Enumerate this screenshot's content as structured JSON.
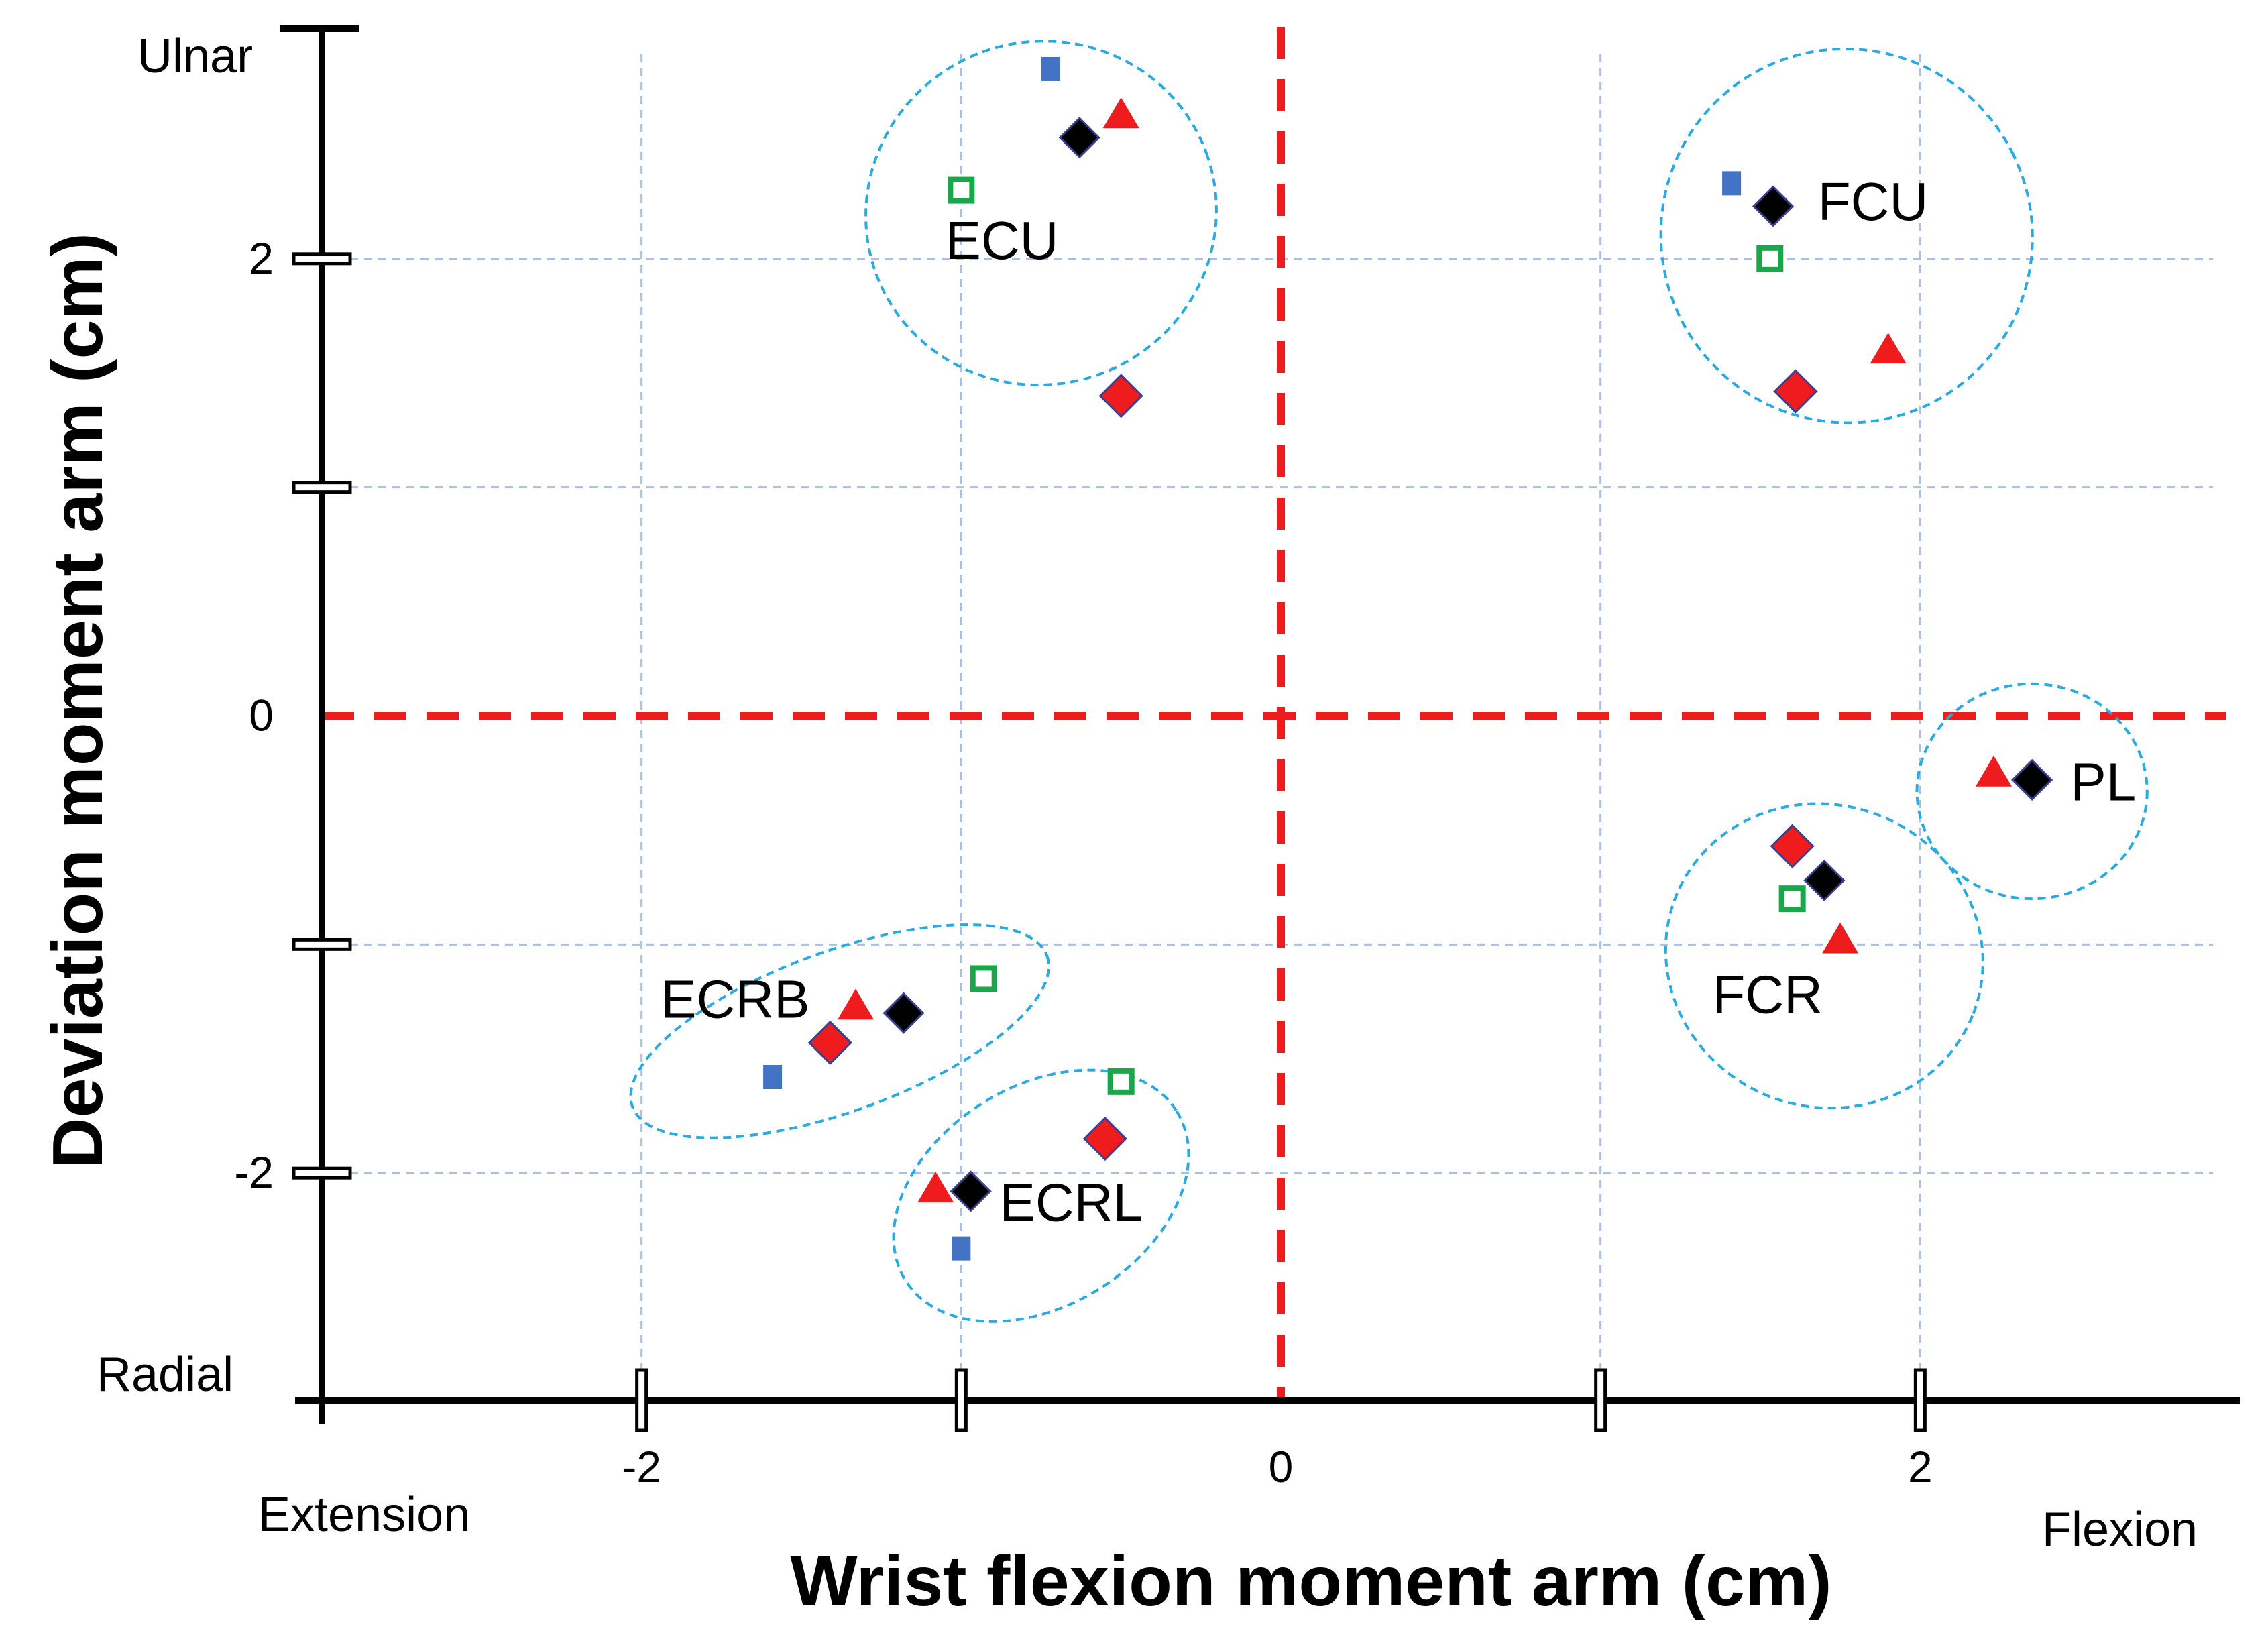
{
  "chart_data": {
    "type": "scatter",
    "title": "",
    "xlabel": "Wrist flexion moment arm (cm)",
    "ylabel": "Deviation moment arm (cm)",
    "xlim": [
      -3,
      3
    ],
    "ylim": [
      -3,
      3
    ],
    "x_tick_labels": [
      {
        "value": -2,
        "label": "-2"
      },
      {
        "value": 0,
        "label": "0"
      },
      {
        "value": 2,
        "label": "2"
      }
    ],
    "y_tick_labels": [
      {
        "value": 2,
        "label": "2"
      },
      {
        "value": 0,
        "label": "0"
      },
      {
        "value": -2,
        "label": "-2"
      }
    ],
    "x_ticks": [
      -2,
      -1,
      1,
      2
    ],
    "y_ticks": [
      2,
      1,
      -1,
      -2
    ],
    "x_gridlines": [
      -2,
      -1,
      1,
      2
    ],
    "y_gridlines": [
      2,
      1,
      -1,
      -2
    ],
    "grid": true,
    "zero_lines_color": "#ee1c1c",
    "gridline_color": "#a9bfe6",
    "ellipse_color": "#29abe2",
    "direction_labels": {
      "y_top": "Ulnar",
      "y_bottom": "Radial",
      "x_left": "Extension",
      "x_right": "Flexion"
    },
    "marker_styles": {
      "blue-square": "#4472c4",
      "green-open-square": "#1aa64a",
      "red-triangle": "#ee1c1c",
      "red-diamond": "#ee1c1c",
      "black-diamond": "#000000"
    },
    "groups": [
      {
        "label": "ECU",
        "center": [
          -0.75,
          2.2
        ],
        "radii": [
          0.55,
          0.75
        ],
        "rotation": -20
      },
      {
        "label": "FCU",
        "center": [
          1.77,
          2.1
        ],
        "radii": [
          0.58,
          0.82
        ],
        "rotation": -27
      },
      {
        "label": "PL",
        "center": [
          2.35,
          -0.33
        ],
        "radii": [
          0.36,
          0.47
        ],
        "rotation": 0
      },
      {
        "label": "FCR",
        "center": [
          1.7,
          -1.05
        ],
        "radii": [
          0.5,
          0.66
        ],
        "rotation": 22
      },
      {
        "label": "ECRB",
        "center": [
          -1.38,
          -1.38
        ],
        "radii": [
          0.69,
          0.35
        ],
        "rotation": -20
      },
      {
        "label": "ECRL",
        "center": [
          -0.75,
          -2.1
        ],
        "radii": [
          0.5,
          0.48
        ],
        "rotation": -32
      }
    ],
    "series": [
      {
        "marker": "blue-square",
        "x": [
          -0.72,
          1.41,
          -1.59,
          -1.0
        ],
        "y": [
          2.83,
          2.33,
          -1.58,
          -2.33
        ]
      },
      {
        "marker": "green-open-square",
        "x": [
          -1.0,
          1.53,
          -0.93,
          -0.5,
          1.6
        ],
        "y": [
          2.3,
          2.0,
          -1.15,
          -1.6,
          -0.8
        ]
      },
      {
        "marker": "red-triangle",
        "x": [
          -0.5,
          1.9,
          2.23,
          -1.33,
          -1.08,
          1.75
        ],
        "y": [
          2.63,
          1.6,
          -0.25,
          -1.27,
          -2.07,
          -0.98
        ]
      },
      {
        "marker": "red-diamond",
        "x": [
          -0.5,
          1.61,
          1.6,
          -1.41,
          -0.55
        ],
        "y": [
          1.4,
          1.42,
          -0.57,
          -1.43,
          -1.85
        ]
      },
      {
        "marker": "black-diamond",
        "x": [
          -0.63,
          1.54,
          2.35,
          1.7,
          -1.18,
          -0.97
        ],
        "y": [
          2.53,
          2.23,
          -0.28,
          -0.72,
          -1.3,
          -2.08
        ]
      }
    ]
  }
}
